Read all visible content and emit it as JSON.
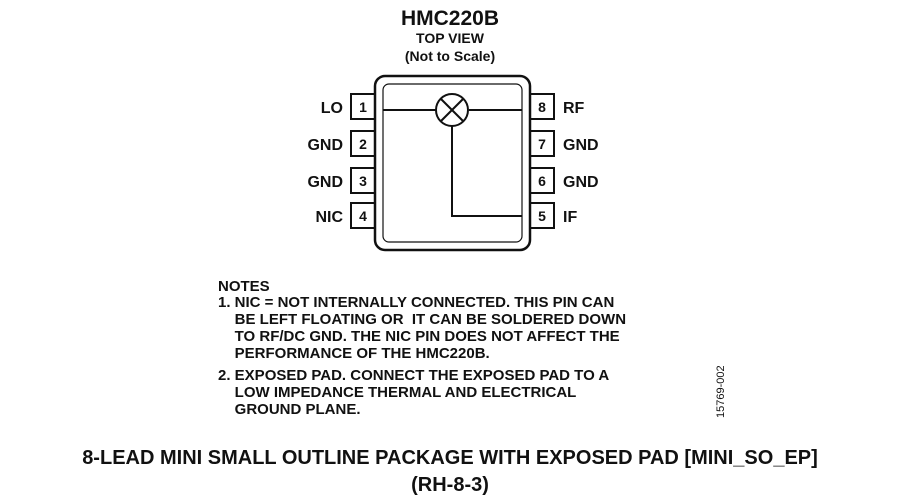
{
  "header": {
    "title": "HMC220B",
    "view": "TOP VIEW",
    "scale_note": "(Not to Scale)"
  },
  "pins_left": [
    {
      "number": "1",
      "name": "LO"
    },
    {
      "number": "2",
      "name": "GND"
    },
    {
      "number": "3",
      "name": "GND"
    },
    {
      "number": "4",
      "name": "NIC"
    }
  ],
  "pins_right": [
    {
      "number": "8",
      "name": "RF"
    },
    {
      "number": "7",
      "name": "GND"
    },
    {
      "number": "6",
      "name": "GND"
    },
    {
      "number": "5",
      "name": "IF"
    }
  ],
  "notes": {
    "heading": "NOTES",
    "lines": [
      "1. NIC = NOT INTERNALLY CONNECTED. THIS PIN CAN",
      "    BE LEFT FLOATING OR  IT CAN BE SOLDERED DOWN",
      "    TO RF/DC GND. THE NIC PIN DOES NOT AFFECT THE",
      "    PERFORMANCE OF THE HMC220B.",
      "2. EXPOSED PAD. CONNECT THE EXPOSED PAD TO A",
      "    LOW IMPEDANCE THERMAL AND ELECTRICAL",
      "    GROUND PLANE."
    ]
  },
  "figure_id": "15769-002",
  "caption": {
    "line1": "8-LEAD MINI SMALL OUTLINE PACKAGE WITH EXPOSED PAD [MINI_SO_EP]",
    "line2": "(RH-8-3)"
  }
}
